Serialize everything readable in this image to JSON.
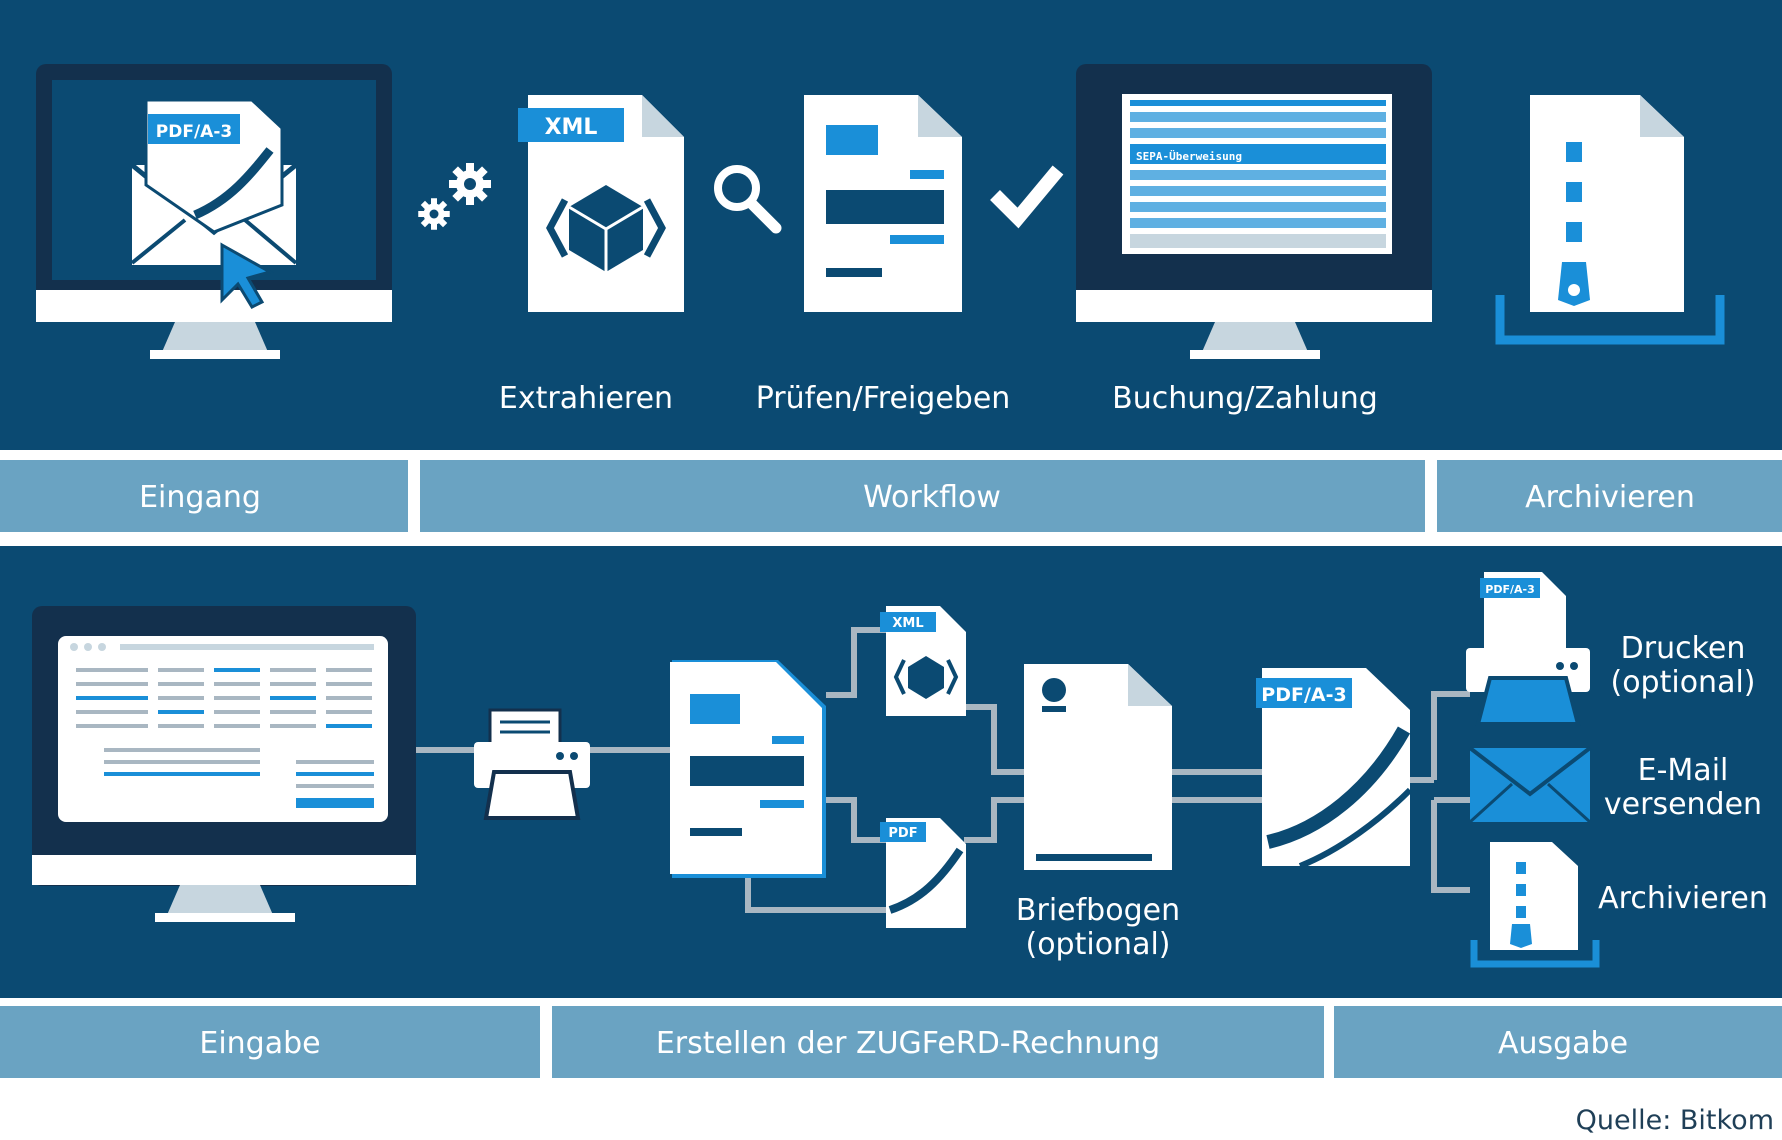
{
  "top_section": {
    "step_labels": {
      "extract": "Extrahieren",
      "check": "Prüfen/Freigeben",
      "booking": "Buchung/Zahlung"
    },
    "bands": {
      "receipt": "Eingang",
      "workflow": "Workflow",
      "archive": "Archivieren"
    },
    "icon_tags": {
      "pdfa3": "PDF/A-3",
      "xml": "XML",
      "sepa": "SEPA-Überweisung"
    }
  },
  "bottom_section": {
    "labels": {
      "letterhead": "Briefbogen",
      "letterhead_note": "(optional)",
      "print": "Drucken",
      "print_note": "(optional)",
      "email_1": "E-Mail",
      "email_2": "versenden",
      "archive": "Archivieren"
    },
    "bands": {
      "input": "Eingabe",
      "create": "Erstellen der ZUGFeRD-Rechnung",
      "output": "Ausgabe"
    },
    "icon_tags": {
      "xml": "XML",
      "pdf": "PDF",
      "pdfa3": "PDF/A-3",
      "pdfa3_small": "PDF/A-3"
    }
  },
  "source": "Quelle: Bitkom",
  "colors": {
    "panel": "#0b4a72",
    "dark_navy": "#13304d",
    "band": "#6aa3c2",
    "accent_blue": "#1a8fd8",
    "line_gray": "#a9b7c2",
    "white": "#ffffff"
  }
}
